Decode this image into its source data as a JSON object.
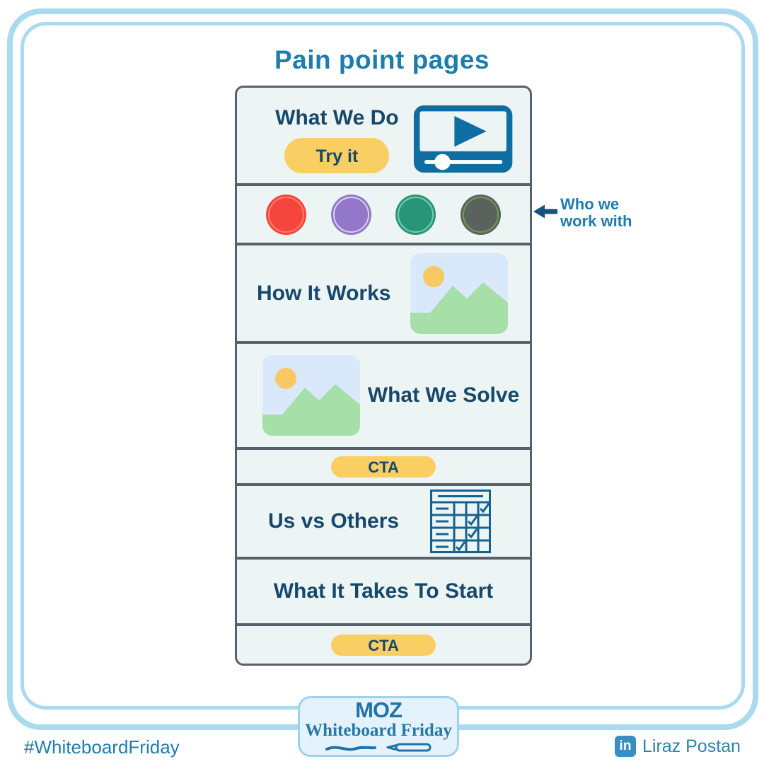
{
  "title": "Pain point pages",
  "card": {
    "hero": {
      "heading": "What We Do",
      "button_label": "Try it",
      "icon": "video-player-icon"
    },
    "audience": {
      "circles": [
        {
          "name": "red",
          "fill": "#f5453c",
          "ring": "#f87f70"
        },
        {
          "name": "purple",
          "fill": "#9377c8",
          "ring": "#d9cfef"
        },
        {
          "name": "green",
          "fill": "#27957a",
          "ring": "#7ecba4"
        },
        {
          "name": "dark-gray",
          "fill": "#5b625e",
          "ring": "#6a9c59"
        }
      ]
    },
    "features": [
      {
        "heading": "How It Works",
        "image_side": "right",
        "icon": "image-placeholder-icon"
      },
      {
        "heading": "What We Solve",
        "image_side": "left",
        "icon": "image-placeholder-icon"
      }
    ],
    "cta_top": {
      "label": "CTA"
    },
    "comparison": {
      "heading": "Us vs Others",
      "icon": "comparison-table-icon"
    },
    "start": {
      "heading": "What It Takes To Start"
    },
    "cta_bottom": {
      "label": "CTA"
    }
  },
  "annotation": {
    "label": "Who we work with"
  },
  "badge": {
    "logo": "MOZ",
    "subtitle": "Whiteboard Friday"
  },
  "footer": {
    "hashtag": "#WhiteboardFriday",
    "linkedin_glyph": "in",
    "credit": "Liraz Postan"
  },
  "colors": {
    "accent_blue": "#1e7dad",
    "heading_navy": "#17486b",
    "frame_blue": "#aadaf0",
    "card_bg": "#edf4f4",
    "card_border": "#57616a",
    "pill_yellow": "#f9ce62",
    "icon_blue": "#0e6da1",
    "arrow_navy": "#14537a",
    "badge_bg": "#e3f2fb",
    "badge_border": "#9fd2ec",
    "moz_blue": "#2272a9",
    "linkedin_blue": "#3a8fc0",
    "placeholder_sky": "#d9e8fb",
    "placeholder_green": "#a7dfa9",
    "placeholder_sun": "#f8c865"
  }
}
